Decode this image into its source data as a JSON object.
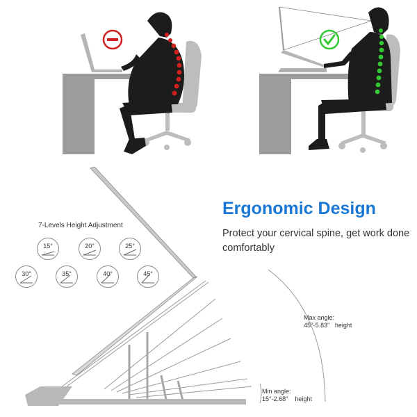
{
  "headline": "Ergonomic Design",
  "description": "Protect your cervical spine, get work done comfortably",
  "levels_title": "7-Levels Height Adjustment",
  "angles": [
    "15°",
    "20°",
    "25°",
    "30°",
    "35°",
    "40°",
    "45°"
  ],
  "max_angle": {
    "label": "Max angle:",
    "value": "45°-5.83\"",
    "suffix": "height"
  },
  "min_angle": {
    "label": "Min angle:",
    "value": "15°-2.68\"",
    "suffix": "height"
  },
  "colors": {
    "accent": "#1a78d4",
    "bad_indicator": "#d02020",
    "good_indicator": "#34c934",
    "desk": "#9c9c9c",
    "silhouette": "#1c1c1c",
    "chair": "#bdbdbd",
    "stand": "#b0b0b0"
  },
  "icons": {
    "bad_posture": "no-entry-icon",
    "good_posture": "check-circle-icon"
  }
}
